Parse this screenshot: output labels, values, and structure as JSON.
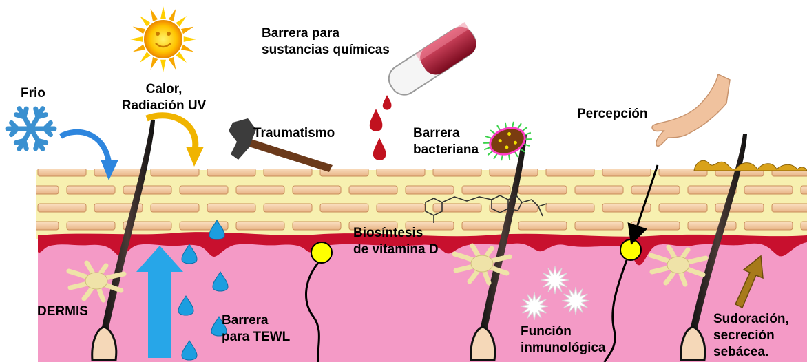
{
  "labels": {
    "frio": "Frio",
    "calor": "Calor,\nRadiación UV",
    "quimicas": "Barrera para\nsustancias químicas",
    "traumatismo": "Traumatismo",
    "bacteriana": "Barrera\nbacteriana",
    "percepcion": "Percepción",
    "vitamina_d": "Biosíntesis\nde vitamina D",
    "dermis": "DERMIS",
    "tewl": "Barrera\npara TEWL",
    "inmunologica": "Función\ninmunológica",
    "sudoracion": "Sudoración,\nsecreción\nsebácea."
  },
  "icons": [
    "sun-icon",
    "snowflake-icon",
    "hammer-icon",
    "test-tube-icon",
    "blood-drop-icon",
    "bacterium-icon",
    "hand-icon",
    "hair-follicle-icon",
    "water-drop-icon",
    "nerve-ending-icon",
    "immune-cell-icon",
    "sebum-icon"
  ],
  "colors": {
    "epidermis": "#f7f0b0",
    "brick": "#f2c9a0",
    "dermis": "#f49ac6",
    "blood_layer": "#c8102e",
    "cold_arrow": "#2e86de",
    "heat_arrow": "#f0b400",
    "tewl_arrow": "#27a6e8",
    "sweat_arrow": "#a77a1a"
  }
}
